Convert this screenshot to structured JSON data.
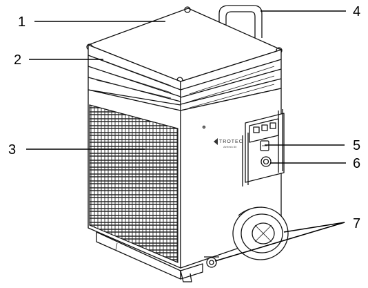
{
  "product": {
    "brand": "TROTEC",
    "model": "Airfresh 80"
  },
  "callouts": [
    {
      "number": "1",
      "part": "top-cover"
    },
    {
      "number": "2",
      "part": "air-outlet-grille"
    },
    {
      "number": "3",
      "part": "air-inlet-grille"
    },
    {
      "number": "4",
      "part": "transport-handle"
    },
    {
      "number": "5",
      "part": "control-panel-switch"
    },
    {
      "number": "6",
      "part": "hose-connector"
    },
    {
      "number": "7",
      "part": "wheels"
    }
  ],
  "colors": {
    "outline": "#111111",
    "background": "#ffffff"
  }
}
